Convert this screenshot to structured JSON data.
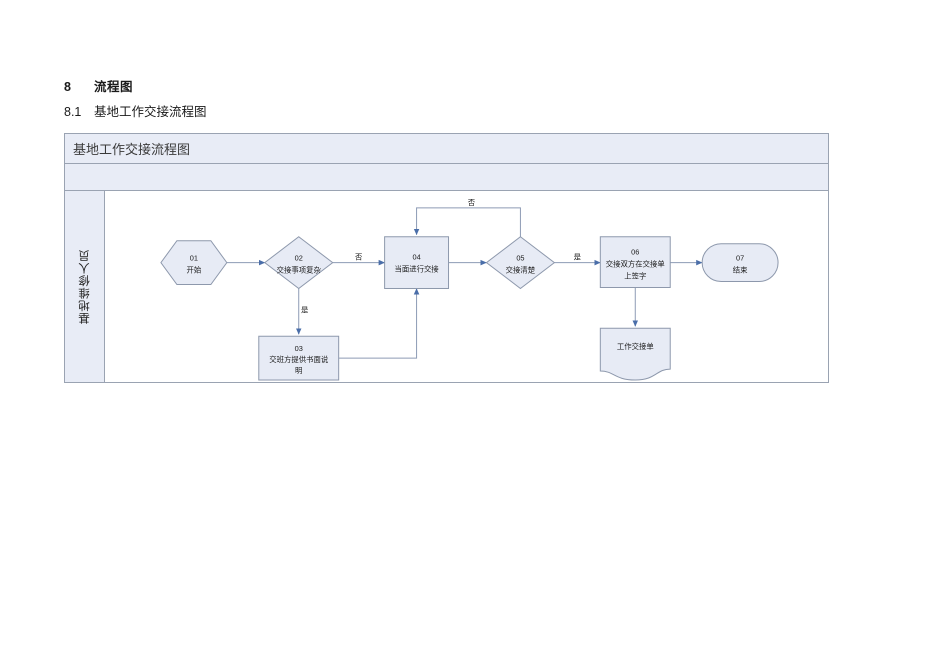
{
  "headings": {
    "section_number": "8",
    "section_title": "流程图",
    "sub_number": "8.1",
    "sub_title": "基地工作交接流程图"
  },
  "flowchart": {
    "title": "基地工作交接流程图",
    "lane_label": "基地维修人员",
    "nodes": [
      {
        "id": "01",
        "label": "开始",
        "shape": "hexagon"
      },
      {
        "id": "02",
        "label": "交接事项复杂",
        "shape": "diamond"
      },
      {
        "id": "03",
        "label1": "交班方提供书面说",
        "label2": "明",
        "shape": "rect"
      },
      {
        "id": "04",
        "label": "当面进行交接",
        "shape": "rect"
      },
      {
        "id": "05",
        "label": "交接清楚",
        "shape": "diamond"
      },
      {
        "id": "06",
        "label1": "交接双方在交接单",
        "label2": "上签字",
        "shape": "rect"
      },
      {
        "id": "07",
        "label": "结束",
        "shape": "stadium"
      },
      {
        "id": "doc",
        "label": "工作交接单",
        "shape": "document"
      }
    ],
    "edge_labels": {
      "no_02": "否",
      "yes_02": "是",
      "yes_05": "是",
      "no_05": "否"
    },
    "colors": {
      "shape_fill": "#e7ebf5",
      "shape_stroke": "#8d98ac",
      "header_fill": "#e8ecf6",
      "frame_stroke": "#9aa3b2",
      "connector": "#8d9bb5"
    }
  }
}
